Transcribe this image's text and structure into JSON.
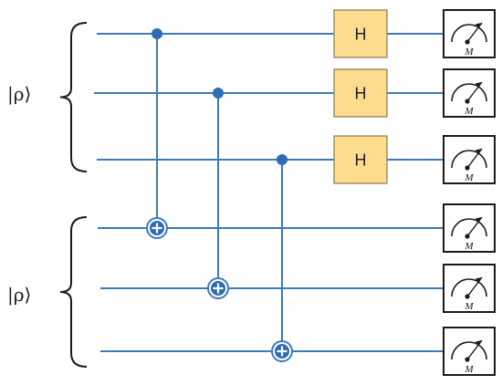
{
  "registers": [
    {
      "label": "|ρ⟩",
      "qubits": [
        0,
        1,
        2
      ]
    },
    {
      "label": "|ρ⟩",
      "qubits": [
        3,
        4,
        5
      ]
    }
  ],
  "cnots": [
    {
      "control": 0,
      "target": 3
    },
    {
      "control": 1,
      "target": 4
    },
    {
      "control": 2,
      "target": 5
    }
  ],
  "hadamard": {
    "label": "H",
    "qubits": [
      0,
      1,
      2
    ]
  },
  "measurement": {
    "label": "M",
    "qubits": [
      0,
      1,
      2,
      3,
      4,
      5
    ]
  },
  "colors": {
    "wire": "#3d7ab8",
    "control": "#2e6db4",
    "gate_fill": "#fddc8f"
  }
}
